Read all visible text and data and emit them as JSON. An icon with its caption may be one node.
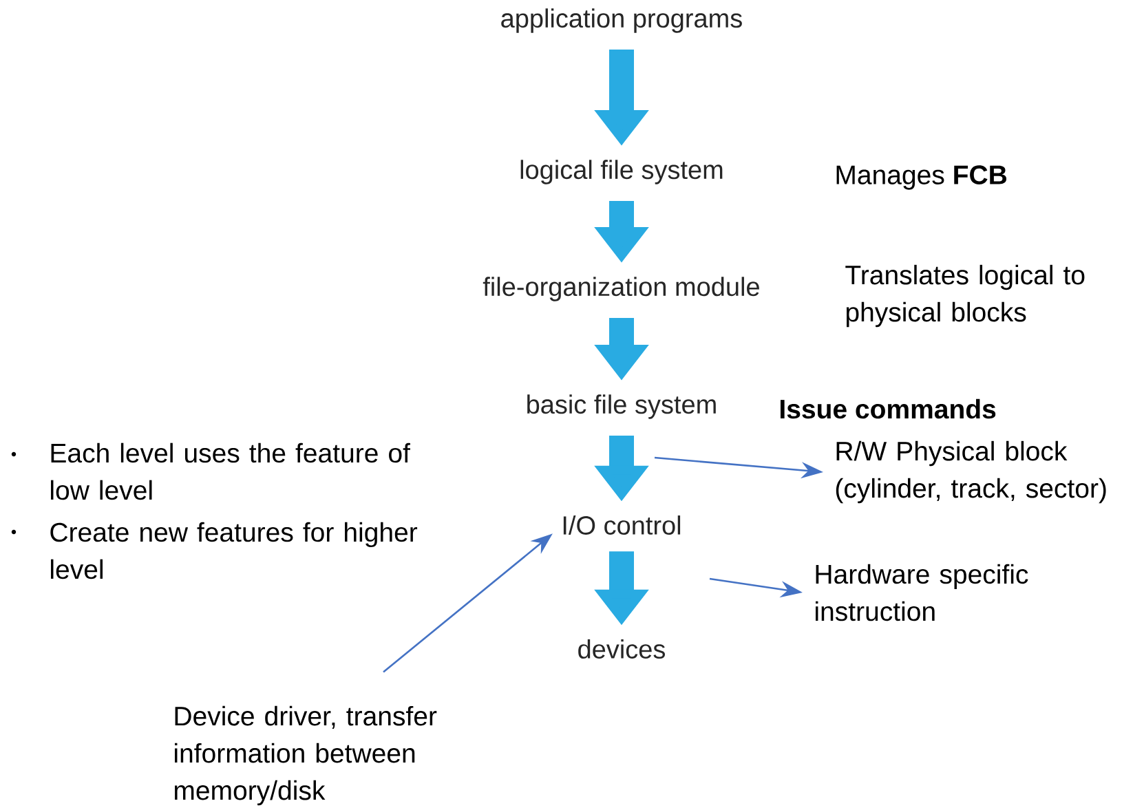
{
  "diagram": {
    "nodes": [
      {
        "text": [
          "application programs"
        ]
      },
      {
        "text": [
          "logical file system"
        ]
      },
      {
        "text": [
          "file-organization module"
        ]
      },
      {
        "text": [
          "basic file system"
        ]
      },
      {
        "text": [
          "I/O control"
        ]
      },
      {
        "text": [
          "devices"
        ]
      },
      {
        "text": [
          "R/W Physical block (cylinder, track, sector)"
        ]
      },
      {
        "text": [
          "Hardware specific instruction"
        ]
      },
      {
        "text": [
          "Device driver, transfer information between memory/disk"
        ]
      }
    ],
    "edges": [
      {
        "from": 0,
        "to": 1,
        "arrow": "to"
      },
      {
        "from": 1,
        "to": 2,
        "arrow": "to"
      },
      {
        "from": 2,
        "to": 3,
        "arrow": "to"
      },
      {
        "from": 3,
        "to": 4,
        "arrow": "to"
      },
      {
        "from": 4,
        "to": 5,
        "arrow": "to"
      },
      {
        "from": null,
        "to": 6,
        "arrow": "to",
        "color": "#4472c4"
      },
      {
        "from": null,
        "to": 7,
        "arrow": "to",
        "color": "#4472c4"
      },
      {
        "from": 8,
        "to": 4,
        "arrow": "to",
        "color": "#4472c4"
      }
    ],
    "labels": [
      "Manages **FCB**",
      "Translates logical to physical blocks",
      "Issue commands",
      "Each level uses the feature of low level",
      "Create new features for higher level"
    ]
  }
}
